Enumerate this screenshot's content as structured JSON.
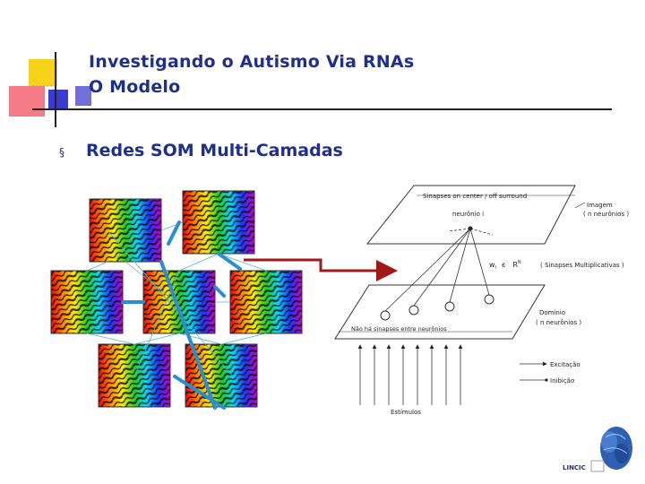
{
  "slide": {
    "title_line1": "Investigando o Autismo Via RNAs",
    "title_line2": "O Modelo",
    "bullet_text": "Redes SOM Multi-Camadas",
    "bullet_symbol": "§"
  },
  "diagram": {
    "upper_plane_label": "Sinapses on center / off surround",
    "neuron_label": "neurônio i",
    "image_label": "Imagem",
    "image_count": "( n neurônios )",
    "weight_label": "w",
    "weight_sub": "i",
    "weight_in": "є",
    "weight_space": "R",
    "weight_sup": "N",
    "multiplicative_label": "( Sinapses Multiplicativas )",
    "domain_label": "Domínio",
    "domain_count": "( n neurônios )",
    "lower_plane_label": "Não há sinapses entre neurônios",
    "excitation_label": "Excitação",
    "inhibition_label": "Inibição",
    "stimuli_label": "Estímulos"
  },
  "logo": {
    "text": "LINCIC"
  },
  "colors": {
    "title": "#1f2f8c",
    "rule": "#222222",
    "arrow_red": "#a01818",
    "arrow_blue": "#2a8fd0",
    "deco_yellow": "#f6d31a",
    "deco_pink": "#f37a86",
    "deco_blue": "#3b3bd0"
  },
  "icons": [
    "decorative-squares-icon",
    "brain-logo-icon",
    "bullet-icon"
  ]
}
